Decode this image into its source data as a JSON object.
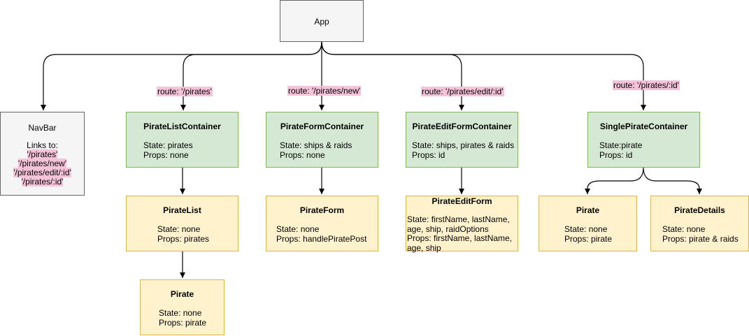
{
  "app": {
    "label": "App"
  },
  "navbar": {
    "title": "NavBar",
    "links_heading": "Links to:",
    "links": [
      "'/pirates'",
      "'/pirates/new'",
      "'/pirates/edit/:id'",
      "'/pirates/:id'"
    ]
  },
  "routes": {
    "pirates": "route: '/pirates'",
    "new": "route: '/pirates/new'",
    "edit": "route: '/pirates/edit/:id'",
    "single": "route: '/pirates/:id'"
  },
  "containers": {
    "pirate_list": {
      "title": "PirateListContainer",
      "state": "State: pirates",
      "props": "Props: none"
    },
    "pirate_form": {
      "title": "PirateFormContainer",
      "state": "State: ships & raids",
      "props": "Props: none"
    },
    "pirate_edit_form": {
      "title": "PirateEditFormContainer",
      "state": "State: ships, pirates & raids",
      "props": "Props: id"
    },
    "single_pirate": {
      "title": "SinglePirateContainer",
      "state": "State:pirate",
      "props": "Props: id"
    }
  },
  "components": {
    "pirate_list": {
      "title": "PirateList",
      "state": "State: none",
      "props": "Props: pirates"
    },
    "pirate_form": {
      "title": "PirateForm",
      "state": "State: none",
      "props": "Props: handlePiratePost"
    },
    "pirate_edit_form": {
      "title": "PirateEditForm",
      "lines": [
        "State: firstName, lastName,",
        "age, ship, raidOptions",
        "Props: firstName, lastName,",
        "age, ship"
      ]
    },
    "pirate_nested": {
      "title": "Pirate",
      "state": "State: none",
      "props": "Props: pirate"
    },
    "pirate_single": {
      "title": "Pirate",
      "state": "State: none",
      "props": "Props: pirate"
    },
    "pirate_details": {
      "title": "PirateDetails",
      "state": "State: none",
      "props": "Props: pirate & raids"
    }
  },
  "colors": {
    "container_fill": "#d5e8d4",
    "container_border": "#82b366",
    "component_fill": "#fff2cc",
    "component_border": "#d6b656",
    "navbar_fill": "#f5f5f5",
    "route_highlight": "#f4c2d9"
  }
}
